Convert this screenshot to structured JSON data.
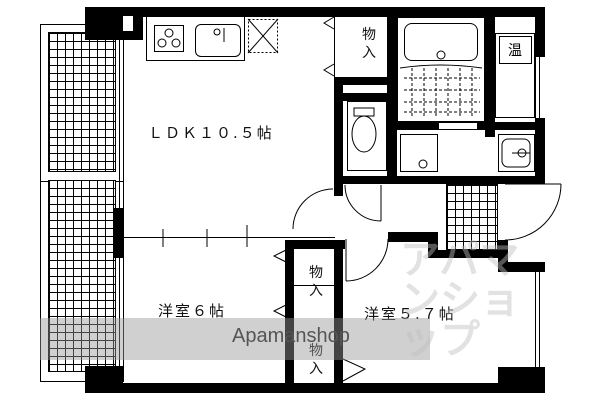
{
  "floor_plan": {
    "rooms": {
      "ldk": "ＬＤＫ１０.５帖",
      "western_room_1": "洋室６帖",
      "western_room_2": "洋室５.７帖"
    },
    "storage_labels": {
      "storage_top": "物入",
      "storage_middle": "物入",
      "storage_bottom": "物入"
    },
    "water_heater_label": "温"
  },
  "watermark": {
    "text": "Apamanshop",
    "logo_text": "アパマンショップ"
  }
}
